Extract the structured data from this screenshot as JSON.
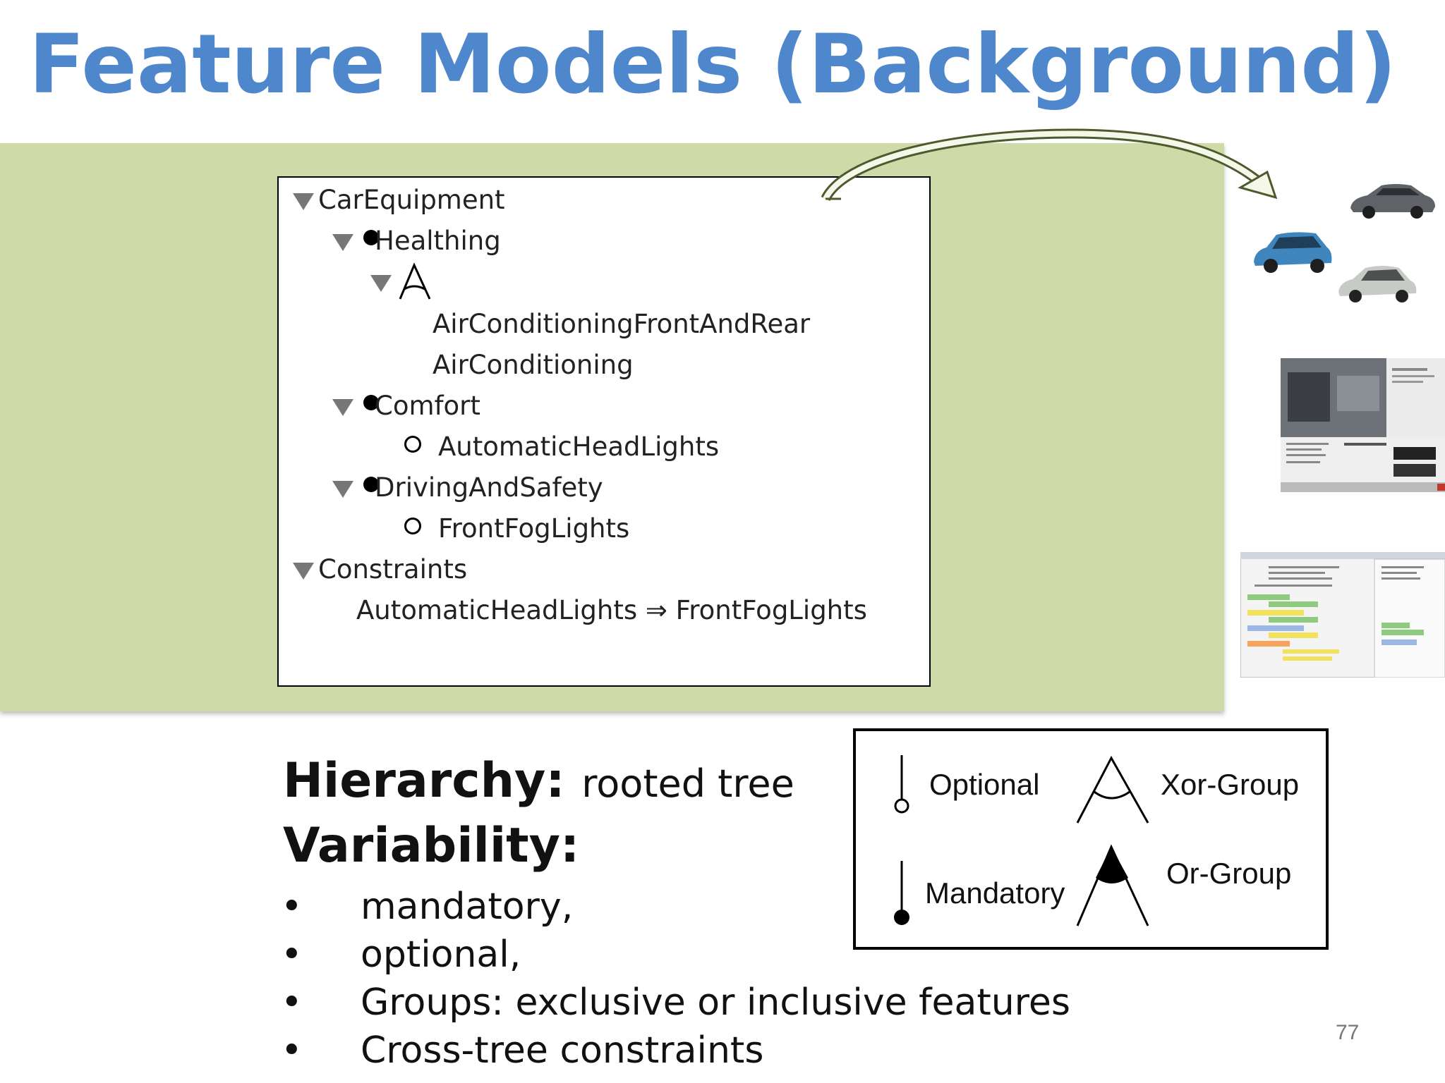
{
  "title": "Feature Models (Background)",
  "tree": {
    "rows": [
      {
        "label": "CarEquipment",
        "marker": "triangle"
      },
      {
        "label": "Healthing",
        "marker": "triangle-dot"
      },
      {
        "label": "",
        "marker": "triangle-xor"
      },
      {
        "label": "AirConditioningFrontAndRear",
        "marker": "none"
      },
      {
        "label": "AirConditioning",
        "marker": "none"
      },
      {
        "label": "Comfort",
        "marker": "triangle-dot"
      },
      {
        "label": "AutomaticHeadLights",
        "marker": "ring"
      },
      {
        "label": "DrivingAndSafety",
        "marker": "triangle-dot"
      },
      {
        "label": "FrontFogLights",
        "marker": "ring"
      },
      {
        "label": "Constraints",
        "marker": "triangle"
      },
      {
        "label": "AutomaticHeadLights ⇒ FrontFogLights",
        "marker": "none"
      }
    ]
  },
  "body": {
    "hierarchy_label": "Hierarchy:",
    "hierarchy_value": "rooted tree",
    "variability_label": "Variability:",
    "bullets": [
      "mandatory,",
      "optional,",
      "Groups: exclusive or inclusive features",
      "Cross-tree constraints"
    ],
    "bullet_char": "•"
  },
  "legend": {
    "optional": "Optional",
    "mandatory": "Mandatory",
    "xor_group": "Xor-Group",
    "or_group": "Or-Group"
  },
  "page_number": "77",
  "icons": [
    "arrow-icon",
    "car-icon",
    "configurator-screenshot",
    "code-editor-screenshot"
  ],
  "colors": {
    "title": "#4f87cc",
    "panel": "#cfdaa9"
  }
}
